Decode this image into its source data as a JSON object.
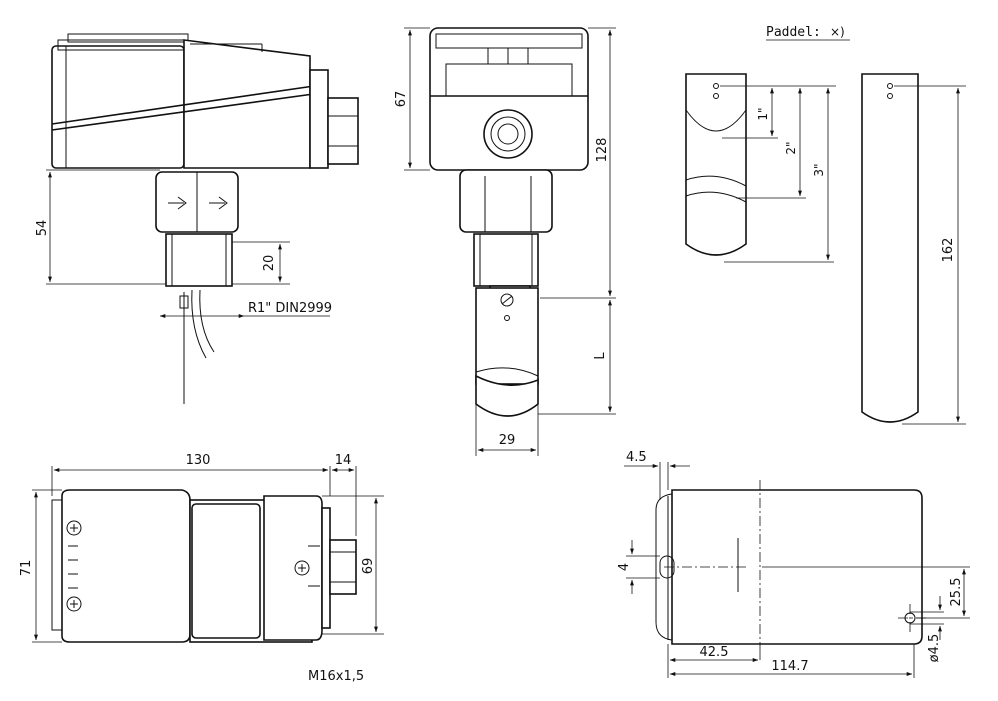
{
  "paddle_heading": "Paddel:",
  "paddle_note": "×)",
  "dimensions": {
    "side_height_54": "54",
    "thread_length_20": "20",
    "thread_spec": "R1\" DIN2999",
    "front_height_67": "67",
    "total_height_128": "128",
    "paddle_length": "L",
    "paddle_width_29": "29",
    "paddle_1in": "1\"",
    "paddle_2in": "2\"",
    "paddle_3in": "3\"",
    "paddle_long_162": "162",
    "top_length_130": "130",
    "top_gland_14": "14",
    "top_width_71": "71",
    "top_width_69": "69",
    "gland_thread": "M16x1,5",
    "mount_offset_45": "4.5",
    "mount_slot_4": "4",
    "mount_x_425": "42.5",
    "mount_span_1147": "114.7",
    "mount_y_255": "25.5",
    "mount_hole_d45": "ø4.5"
  }
}
